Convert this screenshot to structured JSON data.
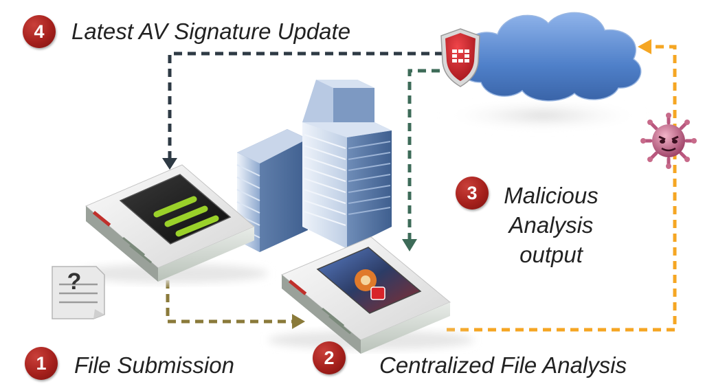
{
  "steps": [
    {
      "number": "1",
      "label": "File Submission"
    },
    {
      "number": "2",
      "label": "Centralized File Analysis"
    },
    {
      "number": "3",
      "label_lines": [
        "Malicious",
        "Analysis",
        "output"
      ]
    },
    {
      "number": "4",
      "label": "Latest AV Signature Update"
    }
  ],
  "doc_icon_glyph": "?",
  "icons": [
    "cloud-icon",
    "shield-icon",
    "virus-icon",
    "building-icon",
    "firewall-appliance-icon",
    "sandbox-appliance-icon",
    "document-icon"
  ],
  "colors": {
    "badge": "#a5201c",
    "arrow_update": "#2e3a44",
    "arrow_analysis_output": "#3d6b58",
    "arrow_submission": "#8a7a3a",
    "arrow_cloud_feedback": "#f5a623",
    "cloud": "#4f80c9",
    "shield": "#d8232a",
    "virus": "#c76a8a"
  }
}
